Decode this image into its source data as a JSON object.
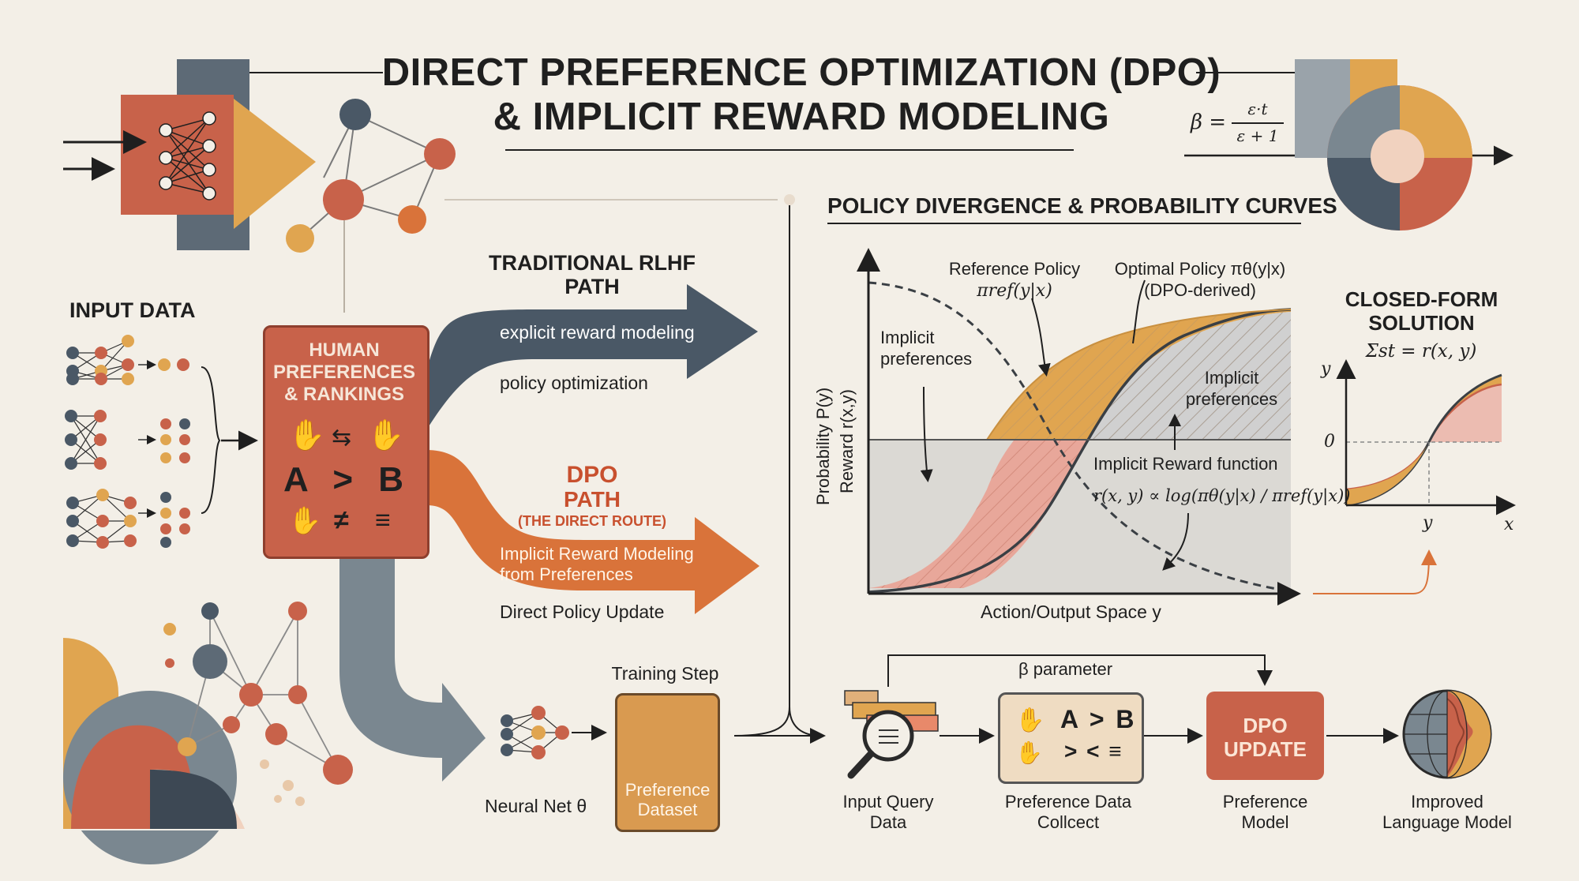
{
  "title": {
    "line1": "DIRECT PREFERENCE OPTIMIZATION (DPO)",
    "line2": "& IMPLICIT REWARD MODELING"
  },
  "beta_formula": {
    "lhs": "β =",
    "numerator": "ε·t",
    "denominator": "ε + 1"
  },
  "input_data": {
    "label": "INPUT DATA"
  },
  "human_box": {
    "title": "HUMAN PREFERENCES & RANKINGS",
    "title_lines": [
      "HUMAN",
      "PREFERENCES",
      "& RANKINGS"
    ],
    "swap_symbol": "⇆",
    "a_gt_b": "A > B",
    "neq": "≠",
    "equiv": "≡"
  },
  "rlhf": {
    "title_lines": [
      "TRADITIONAL RLHF",
      "PATH"
    ],
    "step1": "explicit reward modeling",
    "step2": "policy optimization"
  },
  "dpo_path": {
    "title_lines": [
      "DPO",
      "PATH"
    ],
    "subtitle": "(THE DIRECT ROUTE)",
    "arrow_lines": [
      "Implicit Reward Modeling",
      "from Preferences"
    ],
    "update": "Direct Policy Update"
  },
  "chart_section": {
    "heading": "POLICY DIVERGENCE & PROBABILITY CURVES",
    "ylabel_lines": [
      "Probability P(y)",
      "Reward r(x,y)"
    ],
    "xlabel": "Action/Output Space y",
    "ref_policy": {
      "line1": "Reference Policy",
      "line2": "πref(y|x)"
    },
    "opt_policy": {
      "line1": "Optimal Policy πθ(y|x)",
      "line2": "(DPO-derived)"
    },
    "implicit_left": [
      "Implicit",
      "preferences"
    ],
    "implicit_right": [
      "Implicit",
      "preferences"
    ],
    "reward_fn": "Implicit Reward function",
    "reward_formula": "r(x, y) ∝ log(πθ(y|x) / πref(y|x))"
  },
  "closed_form": {
    "title_lines": [
      "CLOSED-FORM",
      "SOLUTION"
    ],
    "formula": "Σst = r(x, y)",
    "y_axis": "y",
    "zero": "0",
    "x_tick": "y",
    "x_axis": "x"
  },
  "bottom": {
    "neural_net": "Neural Net θ",
    "training_step": "Training Step",
    "pref_dataset_lines": [
      "Preference",
      "Dataset"
    ],
    "beta_param": "β parameter",
    "input_query_lines": [
      "Input Query",
      "Data"
    ],
    "pdc_lines": [
      "Preference Data",
      "Collcect"
    ],
    "pdc_a_gt_b": "A > B",
    "pdc_symbols": "> < ≡",
    "dpo_update_lines": [
      "DPO",
      "UPDATE"
    ],
    "pref_model_lines": [
      "Preference",
      "Model"
    ],
    "improved_lines": [
      "Improved",
      "Language Model"
    ]
  },
  "colors": {
    "background": "#f3efe7",
    "terracotta": "#c8624a",
    "orange": "#d9733a",
    "mustard": "#e0a550",
    "slate": "#4a5866",
    "gray": "#7a8790",
    "pink": "#e8a79a",
    "dark": "#1f1f1f"
  }
}
